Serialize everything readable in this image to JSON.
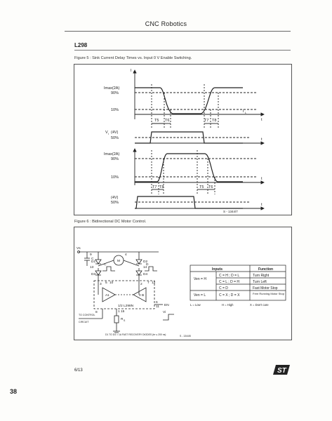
{
  "header": {
    "title": "CNC Robotics"
  },
  "part_number": "L298",
  "figure5": {
    "caption": "Figure 5 : Sink Current Delay Times vs. Input 0 V Enable Switching.",
    "labels": {
      "il_axis": "I",
      "il_sub": "L",
      "imax_top": "Imax(2A)",
      "pct90_top": "90%",
      "pct10_top": "10%",
      "il_tag": "I",
      "il_tag_sub": "L",
      "t_axis_1": "t",
      "t5_a": "T5",
      "t6_a": "T6",
      "t7_a": "T7",
      "t8_a": "T8",
      "vi_label": "V",
      "vi_sub": "i",
      "vi_level": "(4V)",
      "vi_pct": "50%",
      "t_axis_2": "t",
      "imax_mid": "Imax(2A)",
      "pct90_mid": "90%",
      "pct10_mid": "10%",
      "t_axis_3": "t",
      "t7_b": "T7",
      "t8_b": "T8",
      "t5_b": "T5",
      "t6_b": "T6",
      "ven_level": "(4V)",
      "ven_pct": "50%",
      "t_axis_4": "t",
      "drawing_code": "S - 1344/7"
    }
  },
  "figure6": {
    "caption": "Figure 6 : Bidirectional DC Motor Control.",
    "schematic": {
      "vs": "Vs",
      "c1": "C",
      "pin9": "9",
      "pin4": "4",
      "pin3": "3",
      "pin2": "2",
      "pin1": "1",
      "pin15": "15",
      "pin6": "6",
      "pin5": "5",
      "pin7": "7",
      "pin8": "8",
      "pin10": "10",
      "pin11": "11",
      "pin12": "12",
      "pin13": "13",
      "pin14": "14",
      "d1": "D1",
      "d2": "D2",
      "d3": "D3",
      "d4": "D4",
      "motor": "M",
      "in1_label": "C",
      "in2_label": "D",
      "in3_label": "A",
      "in4_label": "B",
      "sense_label": "R",
      "sense_sub": "S",
      "bridge_a": "1",
      "bridge_b": "2",
      "chip_label": "1/2 L298N",
      "enable_label": "EN",
      "ctrl_label_1": "TO CONTROL",
      "ctrl_label_2": "CIRCUIT",
      "gnd_label": "Vi",
      "note": "D1 TO D4 = 1A  FAST RECOVERY DIODES  (trr ≤ 200 ns)",
      "drawing_code": "S - 1344/8"
    },
    "table": {
      "headers": [
        "Inputs",
        "Function"
      ],
      "rows": [
        {
          "group": "Ven = H",
          "inputs": "C = H ; D = L",
          "function": "Turn Right"
        },
        {
          "group": "",
          "inputs": "C = L ; D = H",
          "function": "Turn Left"
        },
        {
          "group": "",
          "inputs": "C = D",
          "function": "Fast Motor Stop"
        },
        {
          "group": "Ven = L",
          "inputs": "C = X ; D = X",
          "function": "Free Running Motor Stop"
        }
      ],
      "legend": [
        "L = Low",
        "H = High",
        "X = Don't care"
      ]
    }
  },
  "footer": {
    "page": "6/13",
    "folio": "38",
    "logo_text": "ST"
  }
}
